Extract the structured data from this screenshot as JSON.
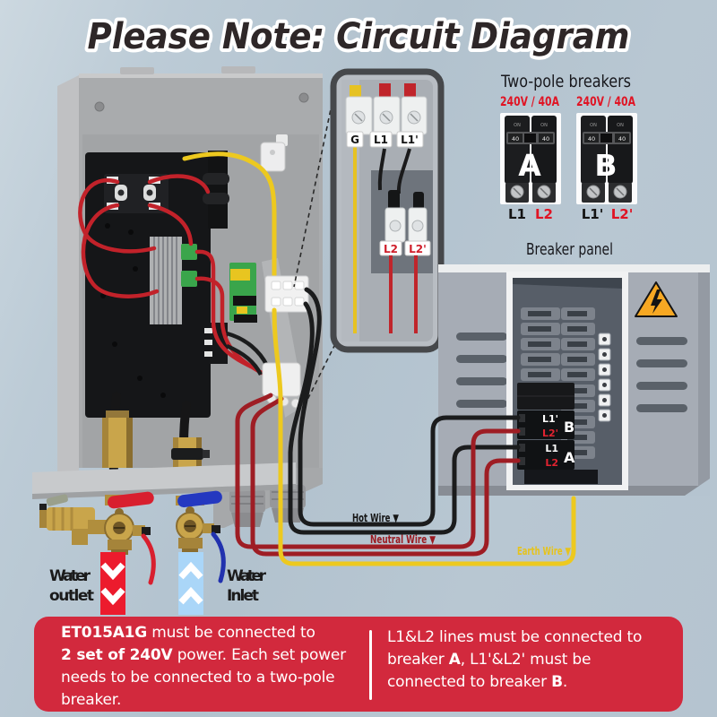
{
  "title": "Please Note: Circuit Diagram",
  "inset": {
    "g": "G",
    "l1": "L1",
    "l1_prime": "L1'",
    "l2": "L2",
    "l2_prime": "L2'"
  },
  "two_pole": {
    "heading": "Two-pole breakers",
    "rating": "240V / 40A",
    "on_label": "ON",
    "amp_label": "40",
    "breaker_a": {
      "letter": "A",
      "left_label": "L1",
      "right_label": "L2"
    },
    "breaker_b": {
      "letter": "B",
      "left_label": "L1'",
      "right_label": "L2'"
    }
  },
  "panel": {
    "heading": "Breaker panel",
    "group_b": {
      "line1": "L1'",
      "line2": "L2'",
      "letter": "B"
    },
    "group_a": {
      "line1": "L1",
      "line2": "L2",
      "letter": "A"
    }
  },
  "wire_labels": {
    "hot": "Hot Wire ▼",
    "neutral": "Neutral Wire ▼",
    "earth": "Earth Wire ▼"
  },
  "water_labels": {
    "outlet_word1": "Water",
    "outlet_word2": "outlet",
    "inlet_word1": "Water",
    "inlet_word2": "Inlet"
  },
  "note": {
    "left_lines": [
      [
        {
          "t": "ET015A1G",
          "b": true
        },
        {
          "t": " must be connected to",
          "b": false
        }
      ],
      [
        {
          "t": "2 set of 240V",
          "b": true
        },
        {
          "t": " power. Each set power",
          "b": false
        }
      ],
      [
        {
          "t": "needs to be connected to a two-pole",
          "b": false
        }
      ],
      [
        {
          "t": "breaker.",
          "b": false
        }
      ]
    ],
    "right_lines": [
      [
        {
          "t": "L1&L2 lines must be connected to",
          "b": false
        }
      ],
      [
        {
          "t": "breaker ",
          "b": false
        },
        {
          "t": "A",
          "b": true
        },
        {
          "t": ", L1'&L2' must be",
          "b": false
        }
      ],
      [
        {
          "t": "connected to breaker ",
          "b": false
        },
        {
          "t": "B",
          "b": true
        },
        {
          "t": ".",
          "b": false
        }
      ]
    ]
  },
  "colors": {
    "background": "#b7c6d1",
    "note_box": "#d2293d",
    "accent_red": "#e01424",
    "wire_hot": "#1b1c1d",
    "wire_neutral": "#9e1d24",
    "wire_earth": "#edc91f",
    "heater_red_wire": "#c2222a",
    "panel_gray": "#a6acb5",
    "brass": "#c9a54b",
    "warning_orange": "#f7a823",
    "outlet_band": "#ec1b2d",
    "inlet_band": "#aad6f8"
  }
}
